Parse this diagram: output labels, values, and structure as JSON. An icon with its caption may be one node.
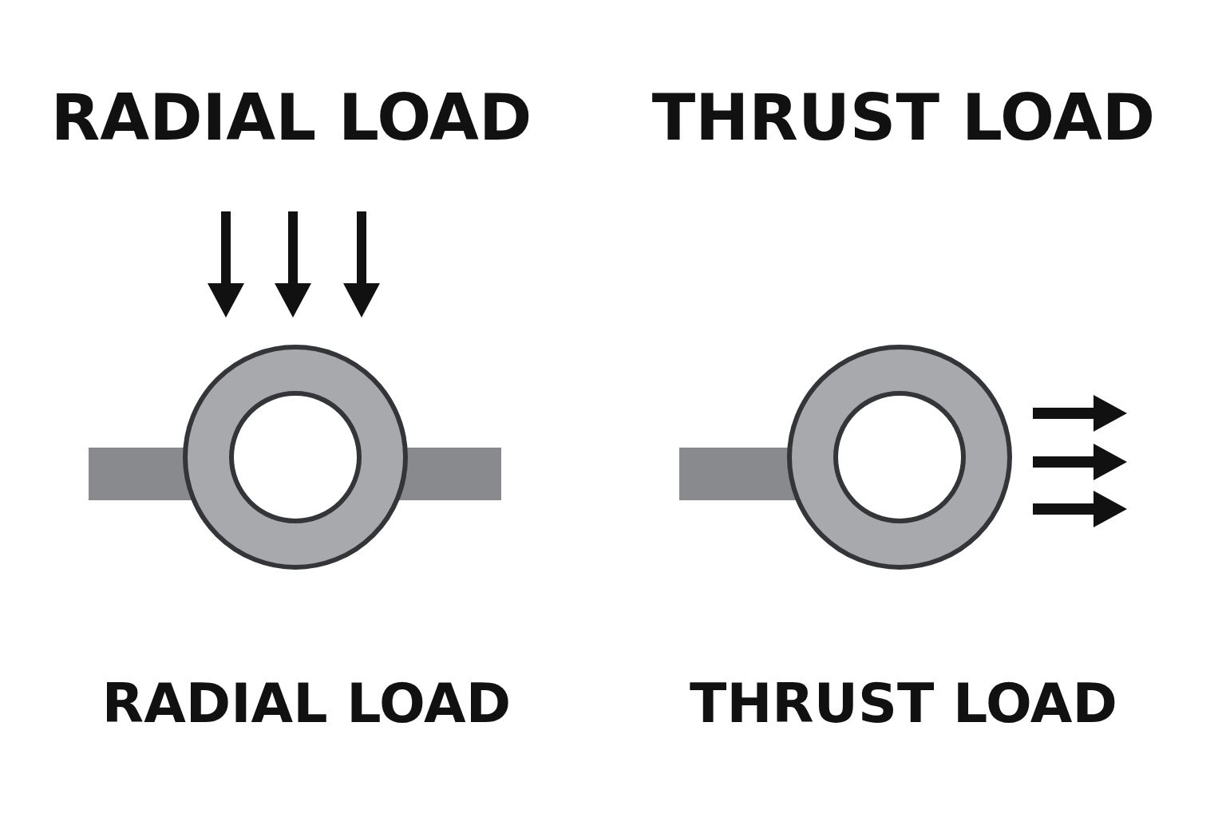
{
  "diagram": {
    "labels": [
      "RADIAL LOAD",
      "THRUST LOAD",
      "RADIAL LOAD",
      "THRUST LOAD"
    ]
  }
}
